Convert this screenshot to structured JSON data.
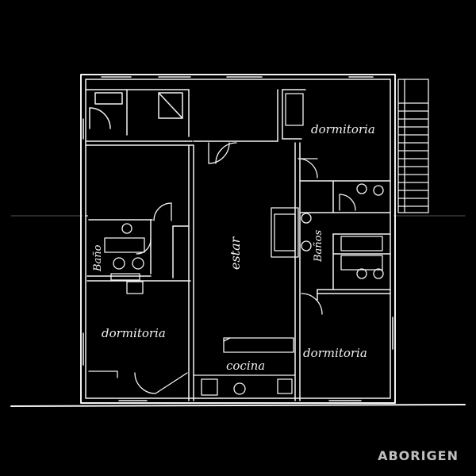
{
  "rooms": {
    "dormitorio_top_right": "dormitoria",
    "dormitorio_bottom_left": "dormitoria",
    "dormitorio_bottom_right": "dormitoria",
    "estar": "estar",
    "cocina": "cocina",
    "bano_left": "Baño",
    "banos_right": "Baños"
  },
  "brand": "ABORIGEN",
  "colors": {
    "background": "#000000",
    "lines": "#f2f2f2"
  }
}
